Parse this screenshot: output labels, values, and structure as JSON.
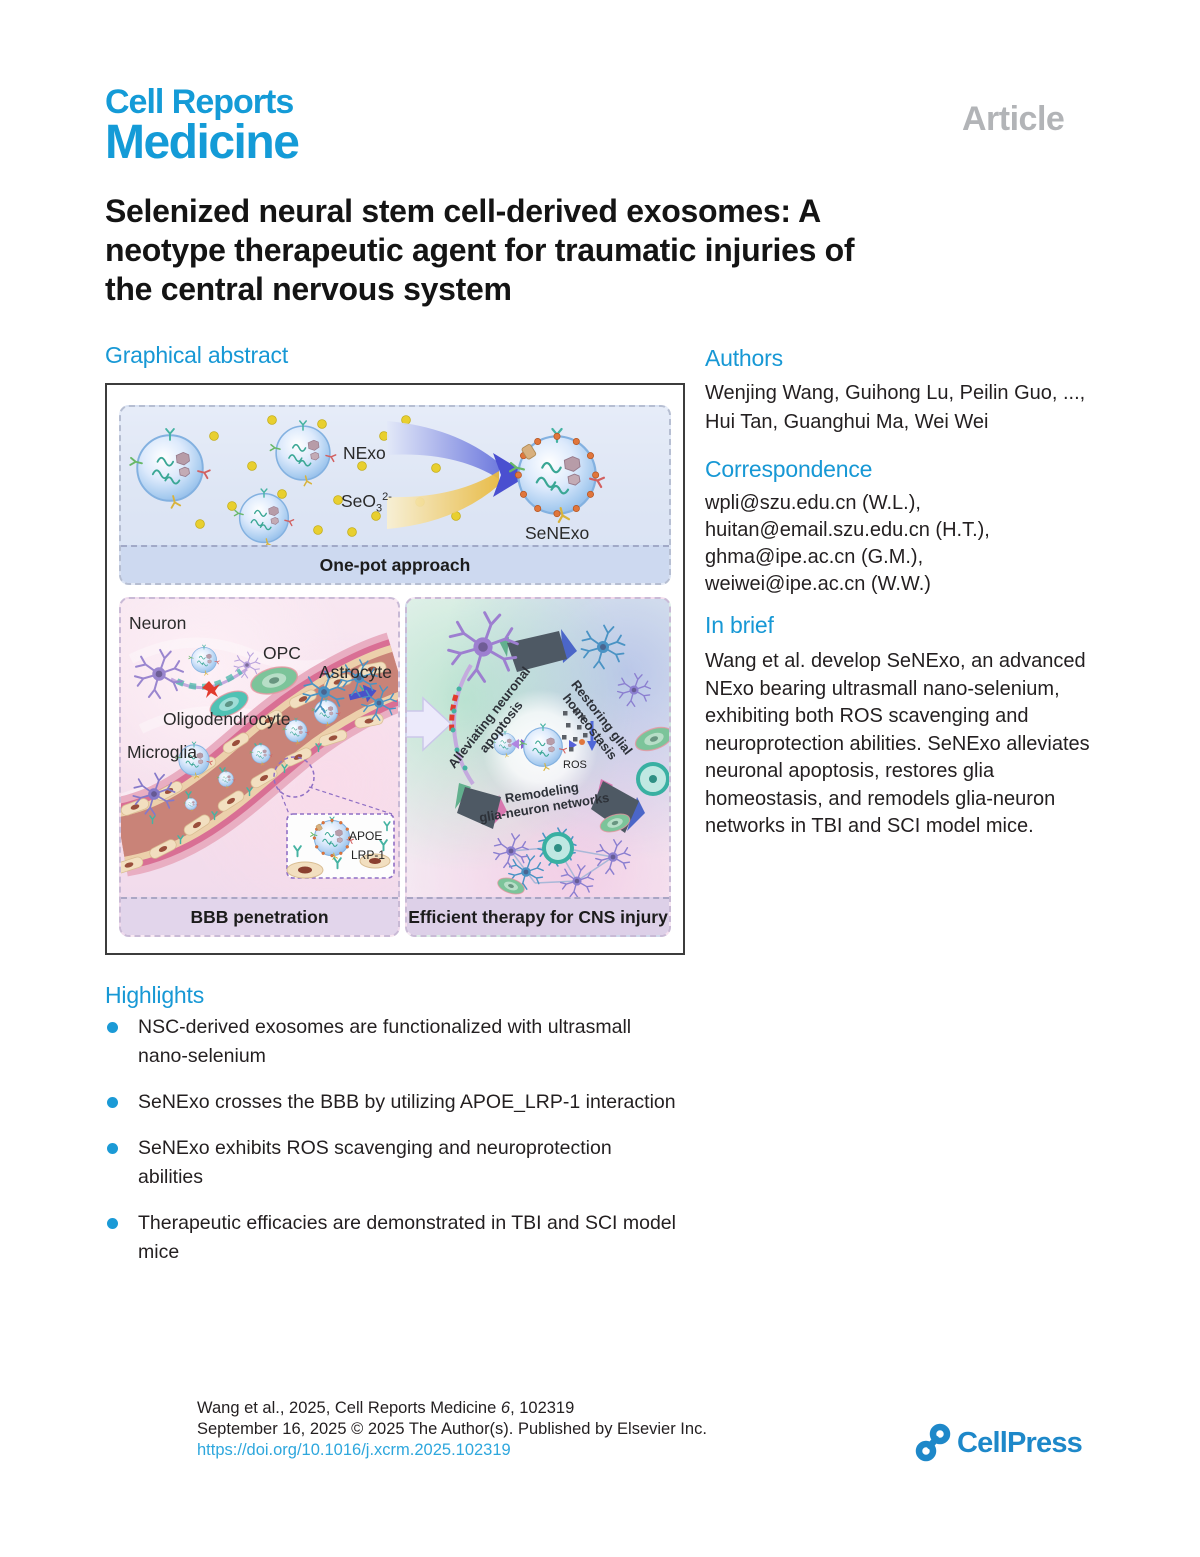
{
  "masthead": {
    "brand_line1": "Cell Reports",
    "brand_line2": "Medicine",
    "article_tag": "Article"
  },
  "title_lines": [
    "Selenized neural stem cell-derived exosomes: A",
    "neotype therapeutic agent for traumatic injuries of",
    "the central nervous system"
  ],
  "headings": {
    "graphical_abstract": "Graphical abstract",
    "authors": "Authors",
    "correspondence": "Correspondence",
    "in_brief": "In brief",
    "highlights": "Highlights"
  },
  "authors_text": "Wenjing Wang, Guihong Lu, Peilin Guo, ..., Hui Tan, Guanghui Ma, Wei Wei",
  "correspondence_emails": [
    "wpli@szu.edu.cn (W.L.),",
    "huitan@email.szu.edu.cn (H.T.),",
    "ghma@ipe.ac.cn (G.M.),",
    "weiwei@ipe.ac.cn (W.W.)"
  ],
  "in_brief_text": "Wang et al. develop SeNExo, an advanced NExo bearing ultrasmall nano-selenium, exhibiting both ROS scavenging and neuroprotection abilities. SeNExo alleviates neuronal apoptosis, restores glia homeostasis, and remodels glia-neuron networks in TBI and SCI model mice.",
  "highlights": [
    "NSC-derived exosomes are functionalized with ultrasmall nano-selenium",
    "SeNExo crosses the BBB by utilizing APOE_LRP-1 interaction",
    "SeNExo exhibits ROS scavenging and neuroprotection abilities",
    "Therapeutic efficacies are demonstrated in TBI and SCI model mice"
  ],
  "figure": {
    "one_pot": {
      "caption": "One-pot approach",
      "nexo": "NExo",
      "seo3_base": "SeO",
      "seo3_sub": "3",
      "seo3_sup": "2-",
      "senexo": "SeNExo"
    },
    "bbb": {
      "caption": "BBB penetration",
      "neuron": "Neuron",
      "opc": "OPC",
      "astrocyte": "Astrocyte",
      "oligodendrocyte": "Oligodendrocyte",
      "microglia": "Microglia",
      "apoe": "APOE",
      "lrp1": "LRP-1"
    },
    "therapy": {
      "caption": "Efficient therapy for CNS injury",
      "alleviating_l1": "Alleviating neuronal",
      "alleviating_l2": "apoptosis",
      "restoring_l1": "Restoring glial",
      "restoring_l2": "homeostasis",
      "remodeling_l1": "Remodeling",
      "remodeling_l2": "glia-neuron networks",
      "ros": "ROS"
    }
  },
  "footer": {
    "citation_pre": "Wang et al., 2025, Cell Reports Medicine ",
    "volume": "6",
    "citation_post": ", 102319",
    "line2": "September 16, 2025 © 2025 The Author(s). Published by Elsevier Inc.",
    "doi": "https://doi.org/10.1016/j.xcrm.2025.102319",
    "publisher": "CellPress"
  },
  "colors": {
    "brand_blue": "#149bd7",
    "tag_gray": "#b2b4b7",
    "link_blue": "#2ea7dd",
    "cellpress_blue": "#1e88c9",
    "highlight_bullet": "#1b9ad6"
  }
}
